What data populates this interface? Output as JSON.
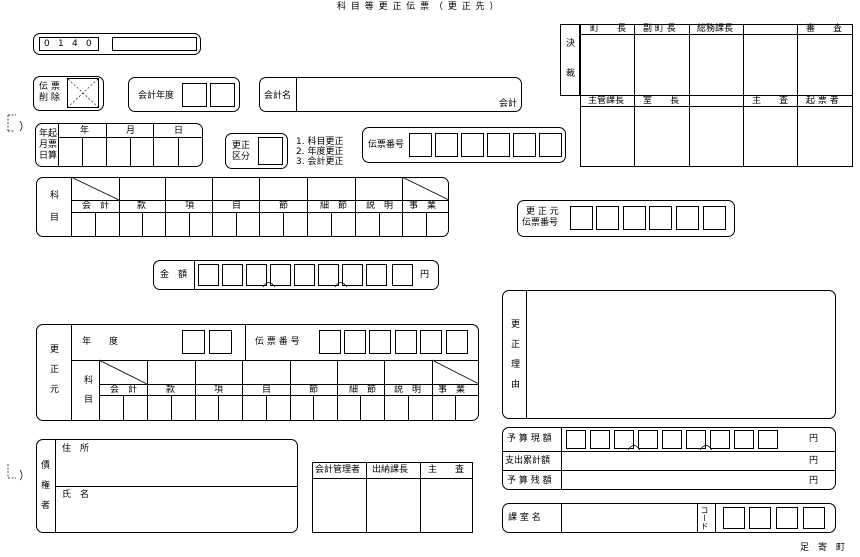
{
  "header": {
    "title": "科 目 等 更 正 伝 票 （ 更 正 先 ）"
  },
  "doc_number": {
    "digits": [
      "0",
      "1",
      "4",
      "0"
    ]
  },
  "delete_box": {
    "label_line1": "伝 票",
    "label_line2": "削 除"
  },
  "fiscal_year": {
    "label": "会計年度"
  },
  "account_name": {
    "label": "会計名",
    "suffix": "会計"
  },
  "date_box": {
    "label_line1": "年起",
    "label_line2": "月票",
    "label_line3": "日算",
    "year": "年",
    "month": "月",
    "day": "日"
  },
  "correction_type": {
    "label_line1": "更正",
    "label_line2": "区分",
    "options": [
      "1. 科目更正",
      "2. 年度更正",
      "3. 会計更正"
    ]
  },
  "voucher_number": {
    "label": "伝票番号"
  },
  "approval": {
    "side_label": [
      "決",
      "裁"
    ],
    "top_headers": [
      "町　　長",
      "副 町 長",
      "総務課長",
      "",
      "審　　査"
    ],
    "bottom_headers": [
      "主管課長",
      "室　　長",
      "",
      "主　　査",
      "起 票 者"
    ]
  },
  "subject_header": {
    "side_label": [
      "科",
      "目"
    ],
    "columns": [
      "会　計",
      "款",
      "項",
      "目",
      "節",
      "細　節",
      "説　明",
      "事　業"
    ]
  },
  "original_voucher": {
    "label_line1": "更 正 元",
    "label_line2": "伝票番号"
  },
  "amount": {
    "label": "金　額",
    "unit": "円"
  },
  "original": {
    "side_label": [
      "更",
      "正",
      "元"
    ],
    "year_label": "年　　度",
    "voucher_label": "伝 票 番 号",
    "subject_side": [
      "科",
      "目"
    ],
    "columns": [
      "会　計",
      "款",
      "項",
      "目",
      "節",
      "細　節",
      "説　明",
      "事　業"
    ]
  },
  "reason": {
    "side_label": [
      "更",
      "正",
      "理",
      "由"
    ]
  },
  "budget": {
    "rows": [
      "予 算 現 額",
      "支出累計額",
      "予 算 残 額"
    ],
    "unit": "円"
  },
  "creditor": {
    "side_label": [
      "債",
      "権",
      "者"
    ],
    "address": "住　所",
    "name": "氏　名"
  },
  "signoff": {
    "headers": [
      "会計管理者",
      "出納課長",
      "主　　査"
    ]
  },
  "department": {
    "label": "課 室 名",
    "code_label": "コード"
  },
  "footer": {
    "town": "足　寄　町"
  }
}
